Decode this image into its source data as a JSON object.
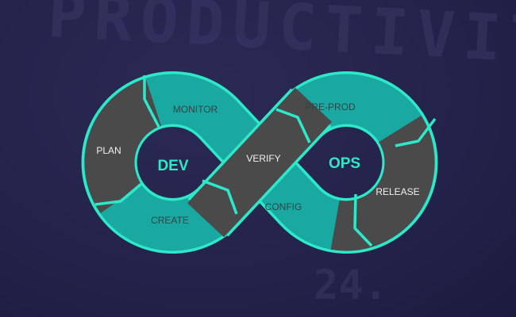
{
  "background_text": [
    "PRODUCTIVITY",
    "24."
  ],
  "diagram": {
    "hubs": {
      "left": "DEV",
      "right": "OPS"
    },
    "stages": {
      "plan": "PLAN",
      "monitor": "MONITOR",
      "create": "CREATE",
      "verify": "VERIFY",
      "pre_prod": "PRE-PROD",
      "release": "RELEASE",
      "config": "CONFIG"
    },
    "colors": {
      "outline": "#2de8c9",
      "teal": "#1aa9a2",
      "gray": "#4a4a4a",
      "background": "#23224a"
    }
  }
}
